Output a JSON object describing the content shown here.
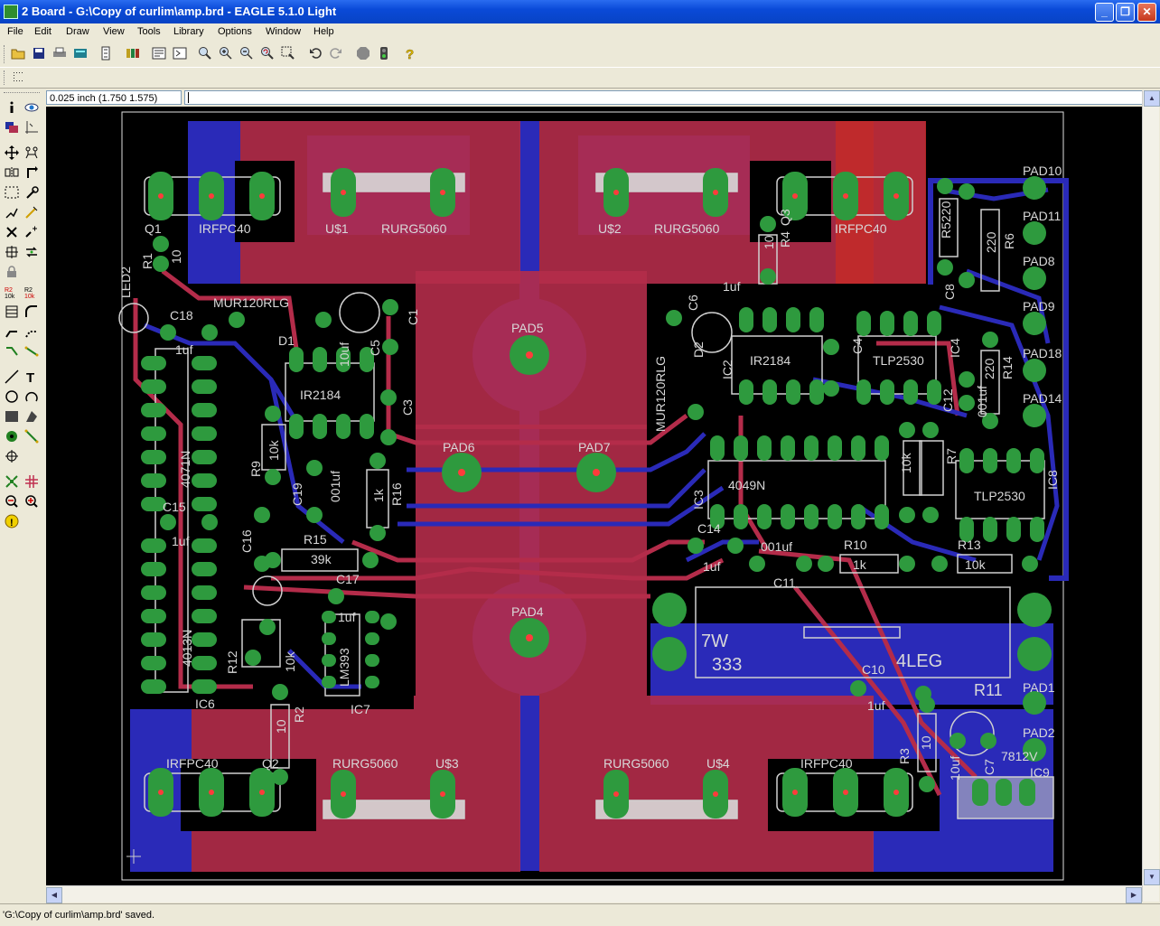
{
  "window": {
    "title": "2 Board - G:\\Copy of curlim\\amp.brd - EAGLE 5.1.0 Light",
    "minimize": "_",
    "maximize": "❐",
    "close": "✕"
  },
  "menu": [
    "File",
    "Edit",
    "Draw",
    "View",
    "Tools",
    "Library",
    "Options",
    "Window",
    "Help"
  ],
  "toolbar_icons": [
    "open-icon",
    "save-icon",
    "print-icon",
    "cam-icon",
    "board-schematic-icon",
    "library-icon",
    "script-icon",
    "run-ulp-icon",
    "zoom-fit-icon",
    "zoom-in-icon",
    "zoom-out-icon",
    "zoom-redraw-icon",
    "zoom-select-icon",
    "undo-icon",
    "redo-icon",
    "stop-icon",
    "go-icon",
    "help-icon"
  ],
  "coord_readout": "0.025 inch (1.750 1.575)",
  "command_value": "",
  "status": "'G:\\Copy of curlim\\amp.brd' saved.",
  "board": {
    "pads": [
      "PAD10",
      "PAD11",
      "PAD8",
      "PAD9",
      "PAD18",
      "PAD14",
      "PAD5",
      "PAD6",
      "PAD7",
      "PAD4",
      "PAD1",
      "PAD2"
    ],
    "labels": {
      "q1": "Q1",
      "irfpc40_tl": "IRFPC40",
      "us1": "U$1",
      "rurg_t1": "RURG5060",
      "us2": "U$2",
      "rurg_t2": "RURG5060",
      "q3": "Q3",
      "irfpc40_tr": "IRFPC40",
      "r1": "R1",
      "r1v": "10",
      "led2": "LED2",
      "mur1": "MUR120RLG",
      "d1": "D1",
      "c18": "C18",
      "c18v": "1uf",
      "c5": "C5",
      "c5v": "10uf",
      "c1": "C1",
      "ir2184_l": "IR2184",
      "c3": "C3",
      "r9": "R9",
      "r9v": "10k",
      "ic4071": "4071N",
      "c19": "C19",
      "c19v": "001uf",
      "r16": "R16",
      "r16v": "1k",
      "c15": "C15",
      "c15v": "1uf",
      "c16": "C16",
      "r15": "R15",
      "r15v": "39k",
      "c17": "C17",
      "c17v": "1uf",
      "ic4013": "4013N",
      "r12": "R12",
      "r12v": "10k",
      "ic6": "IC6",
      "lm393": "LM393",
      "ic7": "IC7",
      "r2": "R2",
      "r2v": "10",
      "r4": "R4",
      "r4v": "10",
      "c6": "C6",
      "c6v": "1uf",
      "d2": "D2",
      "mur2": "MUR120RLG",
      "ic2": "IC2",
      "ir2184_r": "IR2184",
      "c4": "C4",
      "tlp_t": "TLP2530",
      "ic4": "IC4",
      "r5": "R5",
      "r5v": "220",
      "c8": "C8",
      "r6": "R6",
      "r6v": "220",
      "r14": "R14",
      "r14v": "220",
      "c12": "C12",
      "c12v": "001uf",
      "ic4049": "4049N",
      "ic3": "IC3",
      "c14": "C14",
      "c14v": "1uf",
      "r7": "R7",
      "r7v": "10k",
      "tlp_b": "TLP2530",
      "ic8": "IC8",
      "c11": "C11",
      "c11v": "001uf",
      "r10": "R10",
      "r10v": "1k",
      "r13": "R13",
      "r13v": "10k",
      "sevenw": "7W",
      "three33": "333",
      "fourleg": "4LEG",
      "r11": "R11",
      "c10": "C10",
      "c10v": "1uf",
      "c7": "C7",
      "c7v": "10uf",
      "ic9": "IC9",
      "ic9v": "7812V",
      "r3": "R3",
      "r3v": "10",
      "irfpc40_bl": "IRFPC40",
      "q2": "Q2",
      "rurg_b1": "RURG5060",
      "us3": "U$3",
      "rurg_b2": "RURG5060",
      "us4": "U$4",
      "irfpc40_br": "IRFPC40"
    },
    "colors": {
      "bg": "#000000",
      "top": "#b42c4a",
      "bottom": "#2a2ab8",
      "pad": "#2e9a3e",
      "silk": "#d8d8d8",
      "drill": "#ff3b3b"
    }
  }
}
